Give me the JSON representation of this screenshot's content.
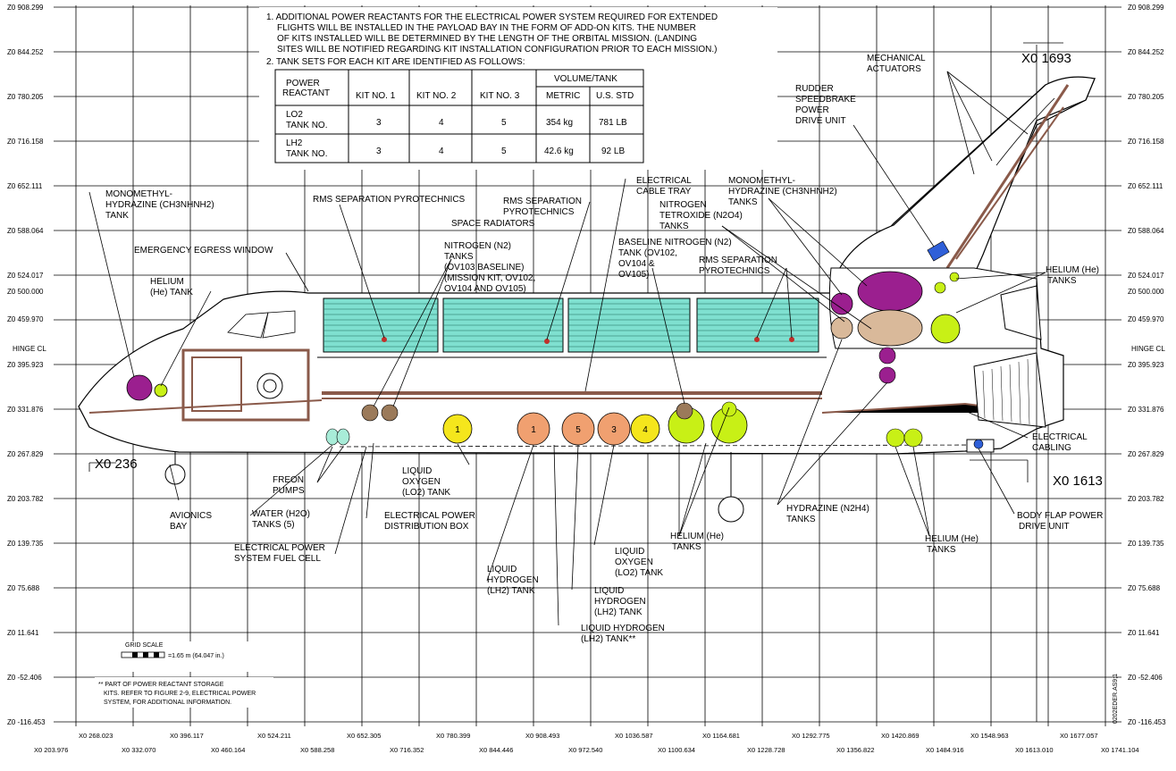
{
  "notes": {
    "note1": [
      "1. ADDITIONAL POWER REACTANTS FOR THE ELECTRICAL POWER SYSTEM REQUIRED FOR EXTENDED",
      "FLIGHTS WILL BE INSTALLED IN THE PAYLOAD BAY IN THE FORM OF ADD-ON KITS. THE NUMBER",
      "OF KITS INSTALLED WILL BE DETERMINED BY THE LENGTH OF THE ORBITAL MISSION. (LANDING",
      "SITES WILL BE NOTIFIED REGARDING KIT INSTALLATION CONFIGURATION PRIOR TO EACH MISSION.)"
    ],
    "note2": "2. TANK SETS FOR EACH KIT ARE IDENTIFIED AS FOLLOWS:"
  },
  "table": {
    "header_power_reactant": [
      "POWER",
      "REACTANT"
    ],
    "header_kit1": "KIT NO. 1",
    "header_kit2": "KIT NO. 2",
    "header_kit3": "KIT NO. 3",
    "header_volume": "VOLUME/TANK",
    "header_metric": "METRIC",
    "header_usstd": "U.S. STD",
    "rows": [
      {
        "name": [
          "LO2",
          "TANK NO."
        ],
        "kit1": "3",
        "kit2": "4",
        "kit3": "5",
        "metric": "354 kg",
        "usstd": "781 LB"
      },
      {
        "name": [
          "LH2",
          "TANK NO."
        ],
        "kit1": "3",
        "kit2": "4",
        "kit3": "5",
        "metric": "42.6 kg",
        "usstd": "92 LB"
      }
    ]
  },
  "z_axis_left": [
    "Z0 908.299",
    "Z0 844.252",
    "Z0 780.205",
    "Z0 716.158",
    "Z0 652.111",
    "Z0 588.064",
    "Z0 524.017",
    "Z0 500.000",
    "Z0 459.970",
    "HINGE CL",
    "Z0 395.923",
    "Z0 331.876",
    "Z0 267.829",
    "Z0 203.782",
    "Z0 139.735",
    "Z0 75.688",
    "Z0 11.641",
    "Z0 -52.406",
    "Z0 -116.453"
  ],
  "z_axis_right": [
    "Z0 908.299",
    "Z0 844.252",
    "Z0 780.205",
    "Z0 716.158",
    "Z0 652.111",
    "Z0 588.064",
    "Z0 524.017",
    "Z0 500.000",
    "Z0 459.970",
    "HINGE CL",
    "Z0 395.923",
    "Z0 331.876",
    "Z0 267.829",
    "Z0 203.782",
    "Z0 139.735",
    "Z0 75.688",
    "Z0 11.641",
    "Z0 -52.406",
    "Z0 -116.453"
  ],
  "x_axis_top": [
    "X0 268.023",
    "X0 396.117",
    "X0 524.211",
    "X0 652.305",
    "X0 780.399",
    "X0 908.493",
    "X0 1036.587",
    "X0 1164.681",
    "X0 1292.775",
    "X0 1420.869",
    "X0 1548.963",
    "X0 1677.057"
  ],
  "x_axis_bottom": [
    "X0 203.976",
    "X0 332.070",
    "X0 460.164",
    "X0 588.258",
    "X0 716.352",
    "X0 844.446",
    "X0 972.540",
    "X0 1100.634",
    "X0 1228.728",
    "X0 1356.822",
    "X0 1484.916",
    "X0 1613.010",
    "X0 1741.104"
  ],
  "stations": {
    "x236": "X0  236",
    "x1693": "X0  1693",
    "x1613": "X0  1613"
  },
  "labels": {
    "mmh_fwd": [
      "MONOMETHYL-",
      "HYDRAZINE (CH3NHNH2)",
      "TANK"
    ],
    "egress": "EMERGENCY EGRESS WINDOW",
    "helium_fwd": [
      "HELIUM",
      "(He) TANK"
    ],
    "rms_pyro_fwd": "RMS SEPARATION PYROTECHNICS",
    "rms_pyro_mid": [
      "RMS SEPARATION",
      "PYROTECHNICS"
    ],
    "space_radiators": "SPACE RADIATORS",
    "nitrogen_tanks": [
      "NITROGEN (N2)",
      "TANKS",
      "(OV103 BASELINE)",
      "(MISSION KIT, OV102,",
      "OV104 AND OV105)"
    ],
    "cable_tray": [
      "ELECTRICAL",
      "CABLE TRAY"
    ],
    "baseline_n2": [
      "BASELINE NITROGEN (N2)",
      "TANK (OV102,",
      "OV104 &",
      "OV105)"
    ],
    "mmh_aft": [
      "MONOMETHYL-",
      "HYDRAZINE (CH3NHNH2)",
      "TANKS"
    ],
    "n2o4": [
      "NITROGEN",
      "TETROXIDE (N2O4)",
      "TANKS"
    ],
    "rms_pyro_aft": [
      "RMS SEPARATION",
      "PYROTECHNICS"
    ],
    "mech_actuators": [
      "MECHANICAL",
      "ACTUATORS"
    ],
    "rudder": [
      "RUDDER",
      "SPEEDBRAKE",
      "POWER",
      "DRIVE UNIT"
    ],
    "helium_aft_top": [
      "HELIUM  (He)",
      "TANKS"
    ],
    "electrical_cabling": [
      "ELECTRICAL",
      "CABLING"
    ],
    "freon": [
      "FREON",
      "PUMPS"
    ],
    "lo2_kit": [
      "LIQUID",
      "OXYGEN",
      "(LO2) TANK"
    ],
    "avionics": [
      "AVIONICS",
      "BAY"
    ],
    "water": [
      "WATER (H2O)",
      "TANKS (5)"
    ],
    "epdb": [
      "ELECTRICAL POWER",
      "DISTRIBUTION BOX"
    ],
    "eps_fuel_cell": [
      "ELECTRICAL POWER",
      "SYSTEM FUEL CELL"
    ],
    "lh2_1": [
      "LIQUID",
      "HYDROGEN",
      "(LH2) TANK"
    ],
    "lo2_2": [
      "LIQUID",
      "OXYGEN",
      "(LO2) TANK"
    ],
    "lh2_2": [
      "LIQUID",
      "HYDROGEN",
      "(LH2) TANK"
    ],
    "lh2_kit": [
      "LIQUID HYDROGEN",
      "(LH2) TANK**"
    ],
    "helium_mid": [
      "HELIUM  (He)",
      "TANKS"
    ],
    "hydrazine": [
      "HYDRAZINE (N2H4)",
      "TANKS"
    ],
    "helium_aft_low": [
      "HELIUM  (He)",
      "TANKS"
    ],
    "body_flap": [
      "BODY FLAP POWER",
      "DRIVE UNIT"
    ]
  },
  "grid_scale": {
    "title": "GRID SCALE",
    "value": "=1.65 m  (64.047 in.)"
  },
  "footnote": [
    "** PART OF POWER REACTANT STORAGE",
    "KITS. REFER TO FIGURE 2-9, ELECTRICAL POWER",
    "SYSTEM, FOR ADDITIONAL INFORMATION."
  ],
  "figure_id": "0202EDER.AS9;1",
  "tank_numbers": [
    "1",
    "1",
    "5",
    "3",
    "4"
  ],
  "colors": {
    "grid": "#000000",
    "radiator": "#7fe0d0",
    "mmh": "#9b1f8f",
    "n2o4": "#d9b99a",
    "helium": "#c8f016",
    "lh2": "#f0a070",
    "lo2": "#f5e61c",
    "nitrogen": "#9b7a5a",
    "water": "#a8ecd8",
    "rudder_blue": "#2f5fd8",
    "cabling": "#8a5a4a"
  }
}
